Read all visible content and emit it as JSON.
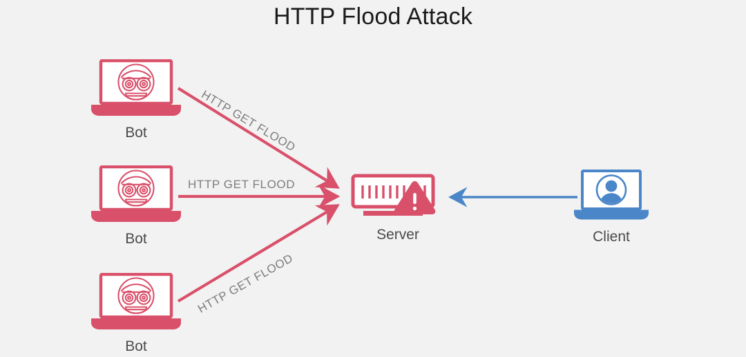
{
  "title": "HTTP Flood Attack",
  "colors": {
    "background": "#f2f2f2",
    "attack_red": "#d9506a",
    "client_blue": "#4a86c8",
    "label_gray": "#7d7d7d",
    "node_label_gray": "#4a4a4a",
    "title_black": "#1a1a1a"
  },
  "nodes": {
    "bot_top": {
      "label": "Bot",
      "icon": "bot-laptop-icon",
      "color": "#d9506a"
    },
    "bot_middle": {
      "label": "Bot",
      "icon": "bot-laptop-icon",
      "color": "#d9506a"
    },
    "bot_bottom": {
      "label": "Bot",
      "icon": "bot-laptop-icon",
      "color": "#d9506a"
    },
    "server": {
      "label": "Server",
      "icon": "server-warning-icon",
      "color": "#d9506a"
    },
    "client": {
      "label": "Client",
      "icon": "client-laptop-user-icon",
      "color": "#4a86c8"
    }
  },
  "edges": [
    {
      "id": "edge-bot-top",
      "label": "HTTP GET FLOOD",
      "from": "bot_top",
      "to": "server",
      "color": "#d9506a",
      "direction": "to-server"
    },
    {
      "id": "edge-bot-middle",
      "label": "HTTP GET FLOOD",
      "from": "bot_middle",
      "to": "server",
      "color": "#d9506a",
      "direction": "to-server"
    },
    {
      "id": "edge-bot-bottom",
      "label": "HTTP GET FLOOD",
      "from": "bot_bottom",
      "to": "server",
      "color": "#d9506a",
      "direction": "to-server"
    },
    {
      "id": "edge-client",
      "label": "",
      "from": "client",
      "to": "server",
      "color": "#4a86c8",
      "direction": "to-server"
    }
  ]
}
